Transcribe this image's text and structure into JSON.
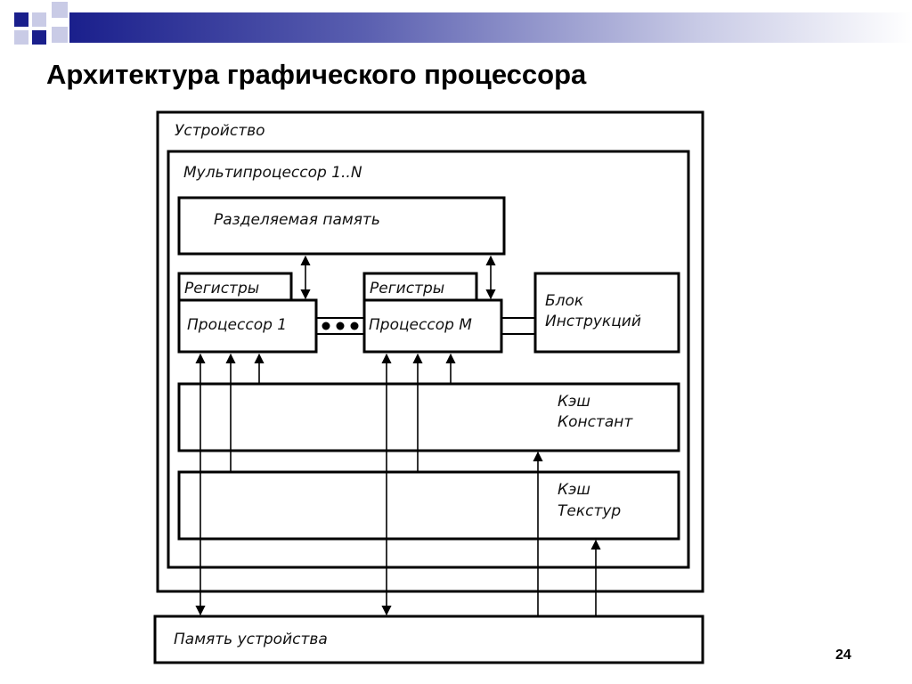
{
  "slide": {
    "title": "Архитектура графического процессора",
    "page_number": "24"
  },
  "diagram": {
    "device_label": "Устройство",
    "multiprocessor_label": "Мультипроцессор 1..N",
    "shared_memory_label": "Разделяемая память",
    "registers_1_label": "Регистры",
    "registers_m_label": "Регистры",
    "processor_1_label": "Процессор 1",
    "processor_m_label": "Процессор M",
    "instruction_unit_line1": "Блок",
    "instruction_unit_line2": "Инструкций",
    "constant_cache_line1": "Кэш",
    "constant_cache_line2": "Констант",
    "texture_cache_line1": "Кэш",
    "texture_cache_line2": "Текстур",
    "device_memory_label": "Память устройства"
  },
  "colors": {
    "deco_navy": "#1a1f8c",
    "deco_light": "#b8bbe0"
  }
}
